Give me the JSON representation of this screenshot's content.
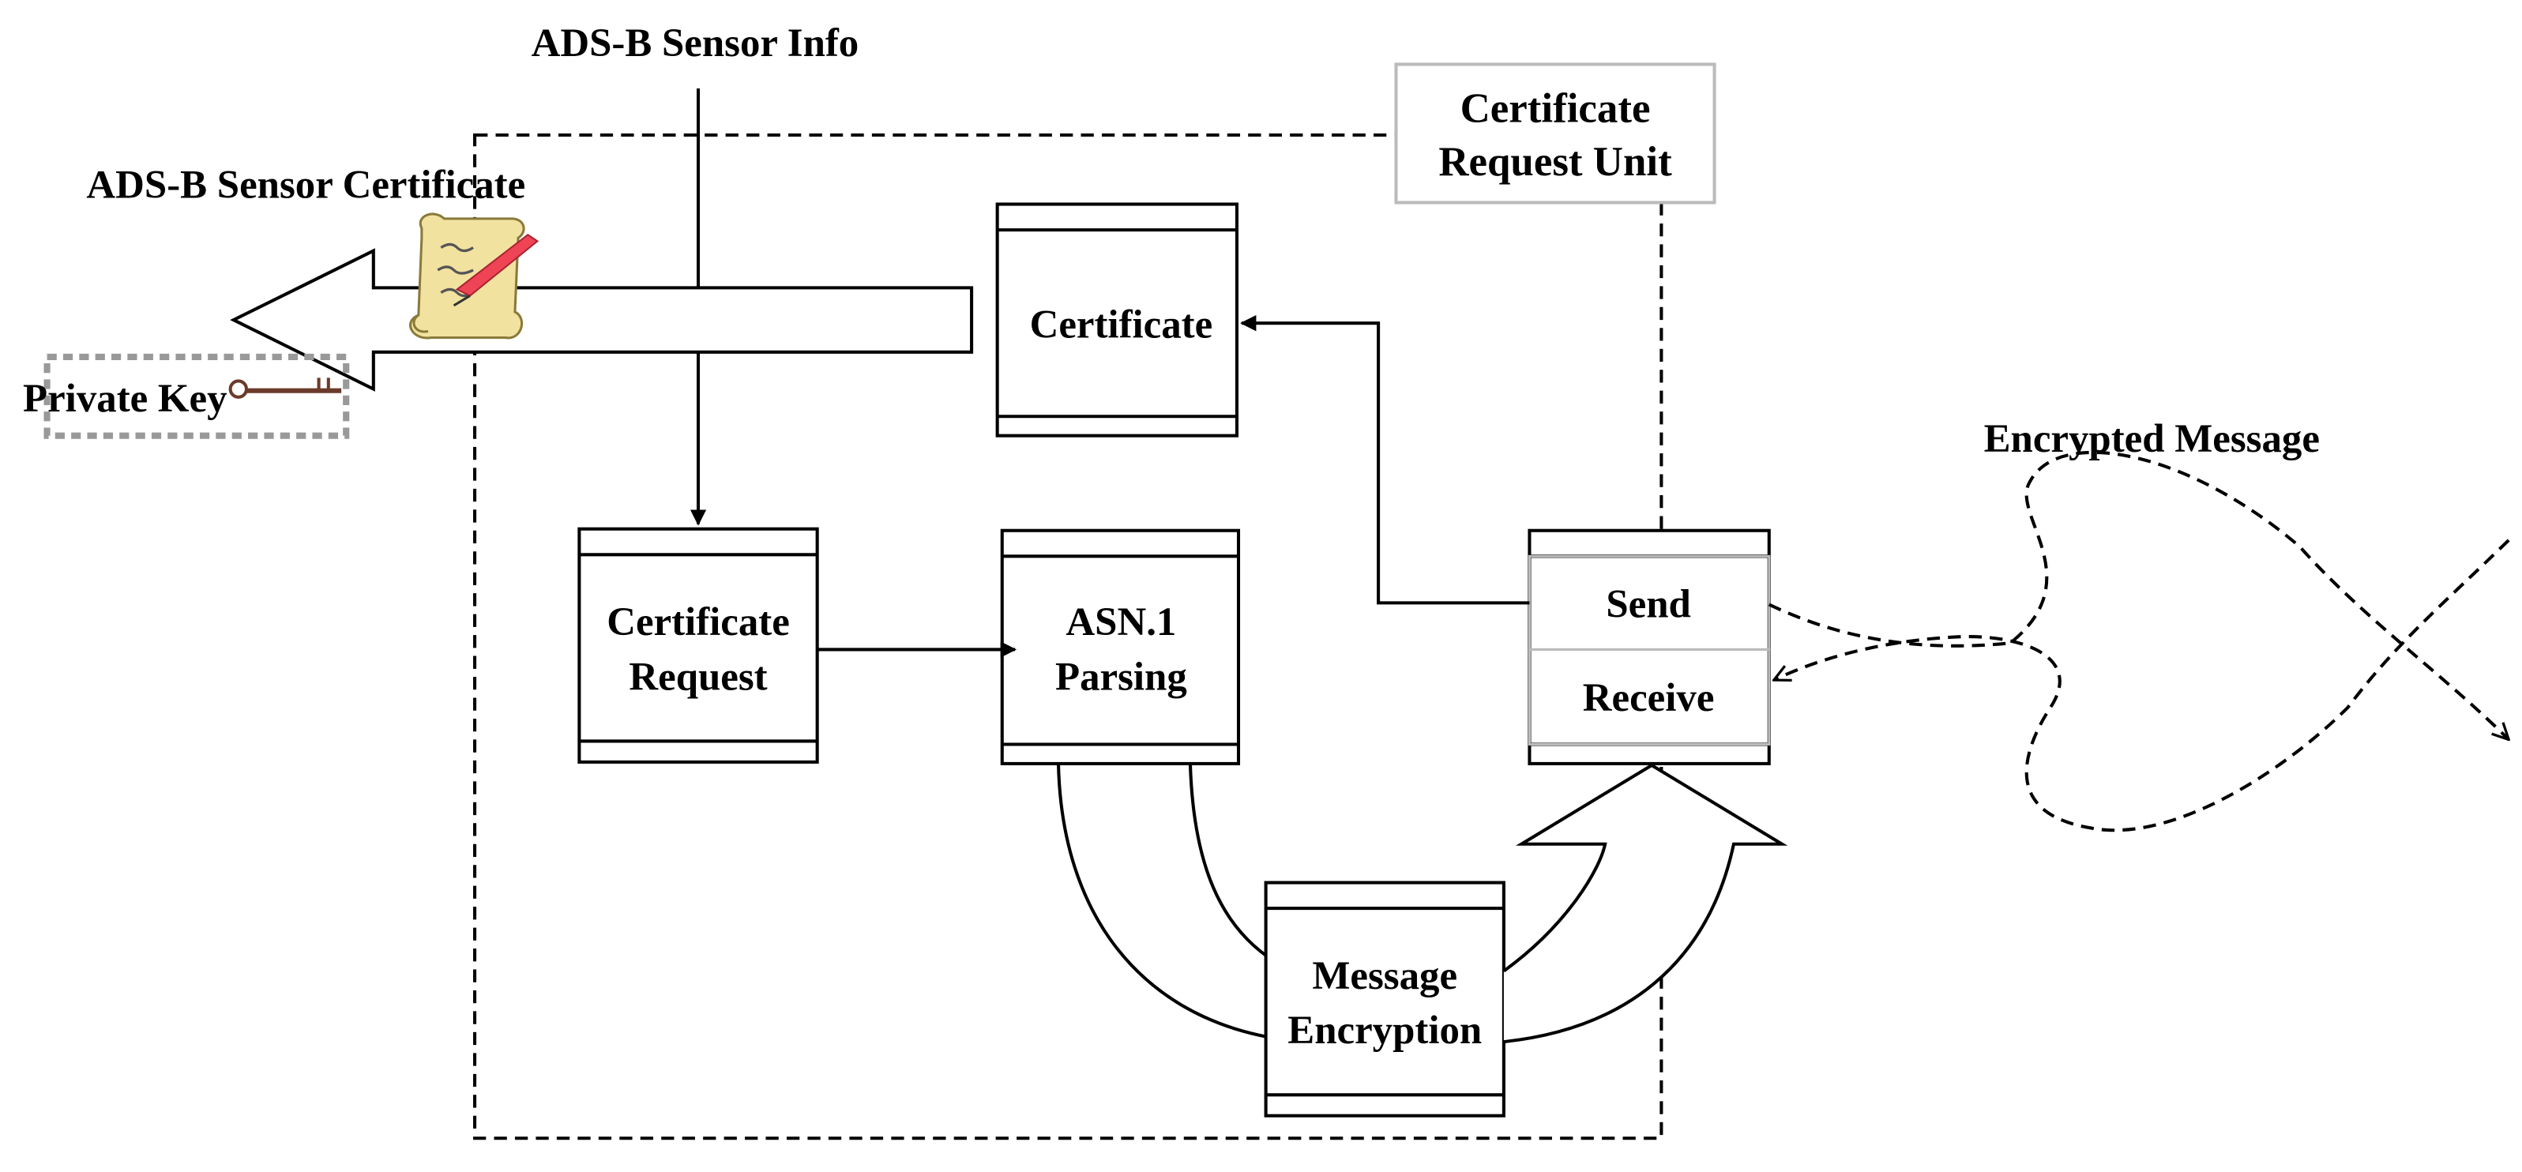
{
  "labels": {
    "sensor_info": "ADS-B Sensor Info",
    "sensor_certificate": "ADS-B Sensor Certificate",
    "private_key": "Private Key",
    "unit_title_line1": "Certificate",
    "unit_title_line2": "Request Unit",
    "encrypted_message": "Encrypted Message"
  },
  "boxes": {
    "certificate": "Certificate",
    "cert_request_line1": "Certificate",
    "cert_request_line2": "Request",
    "asn_line1": "ASN.1",
    "asn_line2": "Parsing",
    "send": "Send",
    "receive": "Receive",
    "encryption_line1": "Message",
    "encryption_line2": "Encryption"
  },
  "icons": {
    "scroll": "certificate-scroll-icon",
    "key": "key-icon"
  }
}
